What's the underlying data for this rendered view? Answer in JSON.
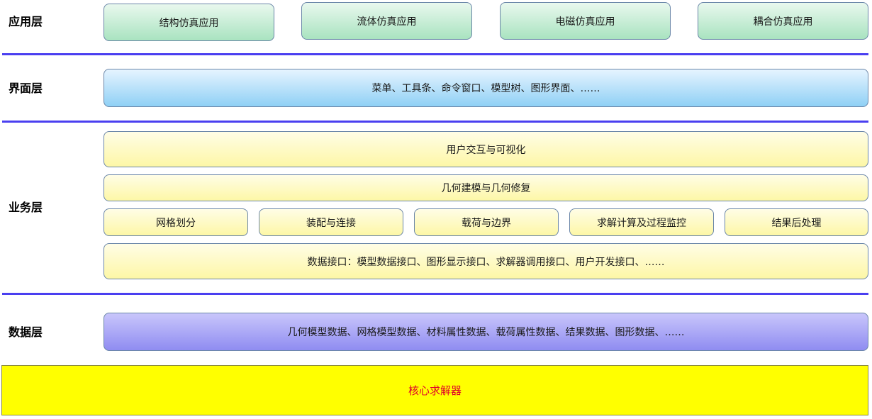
{
  "layers": {
    "application": {
      "label": "应用层",
      "items": [
        "结构仿真应用",
        "流体仿真应用",
        "电磁仿真应用",
        "耦合仿真应用"
      ]
    },
    "interface": {
      "label": "界面层",
      "content": "菜单、工具条、命令窗口、模型树、图形界面、……"
    },
    "business": {
      "label": "业务层",
      "interaction": "用户交互与可视化",
      "geometry": "几何建模与几何修复",
      "modules": [
        "网格划分",
        "装配与连接",
        "载荷与边界",
        "求解计算及过程监控",
        "结果后处理"
      ],
      "data_interface": "数据接口：模型数据接口、图形显示接口、求解器调用接口、用户开发接口、……"
    },
    "data": {
      "label": "数据层",
      "content": "几何模型数据、网格模型数据、材料属性数据、载荷属性数据、结果数据、图形数据、……"
    },
    "core": {
      "label": "核心求解器"
    }
  },
  "colors": {
    "divider": "#4a3ff0",
    "application": "#a9e3c0",
    "interface": "#8fd0f5",
    "business": "#fdf7a6",
    "data": "#8f8cf1",
    "core_fill": "#ffff00",
    "core_text": "#e0002a"
  }
}
